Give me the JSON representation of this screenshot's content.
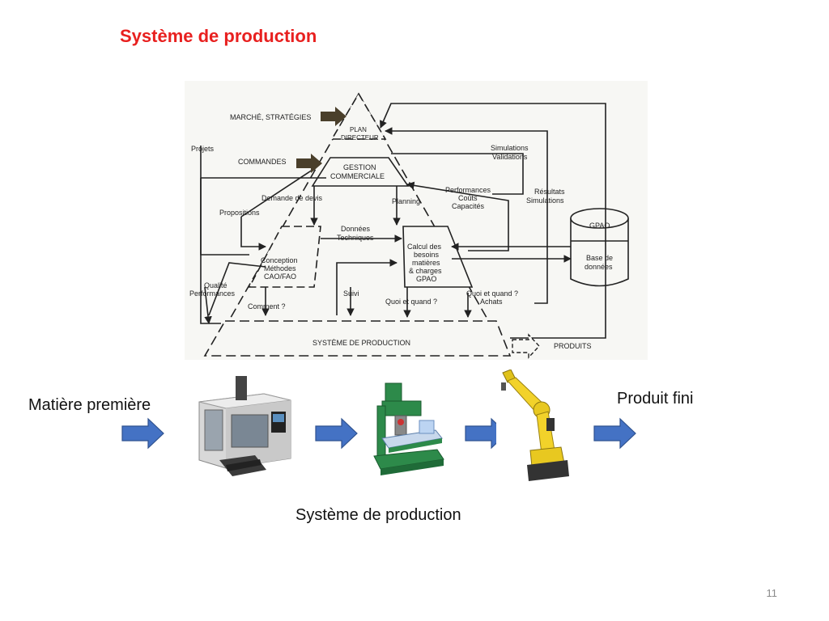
{
  "title": "Système de production",
  "diagram": {
    "labels": {
      "marche": "MARCHÉ, STRATÉGIES",
      "plan_1": "PLAN",
      "plan_2": "DIRECTEUR",
      "commandes": "COMMANDES",
      "gestion_1": "GESTION",
      "gestion_2": "COMMERCIALE",
      "projets": "Projets",
      "simulations_1": "Simulations",
      "simulations_2": "Validations",
      "demande": "Demande de devis",
      "planning": "Planning",
      "performances_1": "Performances",
      "performances_2": "Coûts",
      "performances_3": "Capacités",
      "resultats_1": "Résultats",
      "resultats_2": "Simulations",
      "propositions": "Propositions",
      "donnees_1": "Données",
      "donnees_2": "Techniques",
      "calcul_1": "Calcul des",
      "calcul_2": "besoins",
      "calcul_3": "matières",
      "calcul_4": "& charges",
      "calcul_5": "GPAO",
      "gpao": "GPAO",
      "base_1": "Base de",
      "base_2": "données",
      "conception_1": "Conception",
      "conception_2": "Méthodes",
      "conception_3": "CAO/FAO",
      "qualite_1": "Qualité",
      "qualite_2": "Performances",
      "suivi": "Suivi",
      "quoi": "Quoi et quand ?",
      "quoi_achats_1": "Quoi et quand ?",
      "quoi_achats_2": "Achats",
      "comment": "Comment ?",
      "systeme": "SYSTÈME DE PRODUCTION",
      "produits": "PRODUITS"
    }
  },
  "flow": {
    "input_label": "Matière première",
    "output_label": "Produit fini",
    "caption": "Système de production",
    "machines": [
      "cnc-machine",
      "milling-machine",
      "industrial-robot"
    ]
  },
  "slide_number": "11",
  "colors": {
    "title": "#e8201f",
    "arrow": "#4472c4",
    "arrow_border": "#2f528f"
  }
}
